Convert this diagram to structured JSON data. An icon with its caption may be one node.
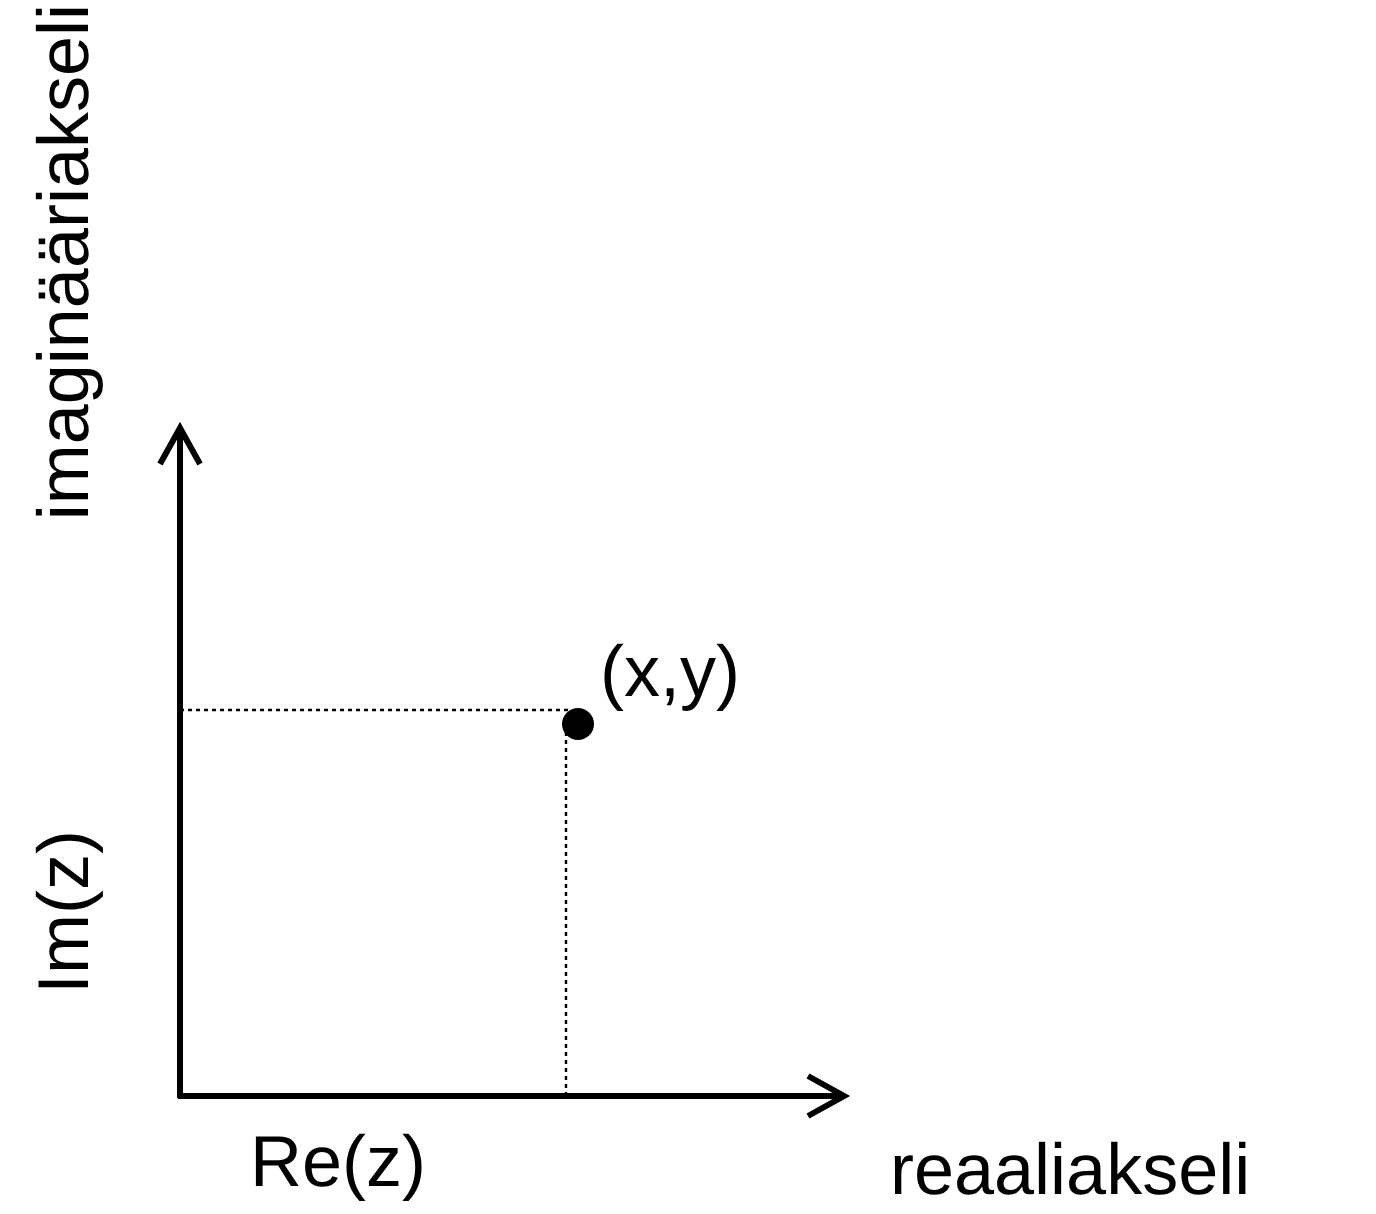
{
  "diagram": {
    "labels": [
      "imaginääriakseli",
      "(x,y)",
      "Im(z)",
      "Re(z)",
      "reaaliakseli"
    ]
  }
}
